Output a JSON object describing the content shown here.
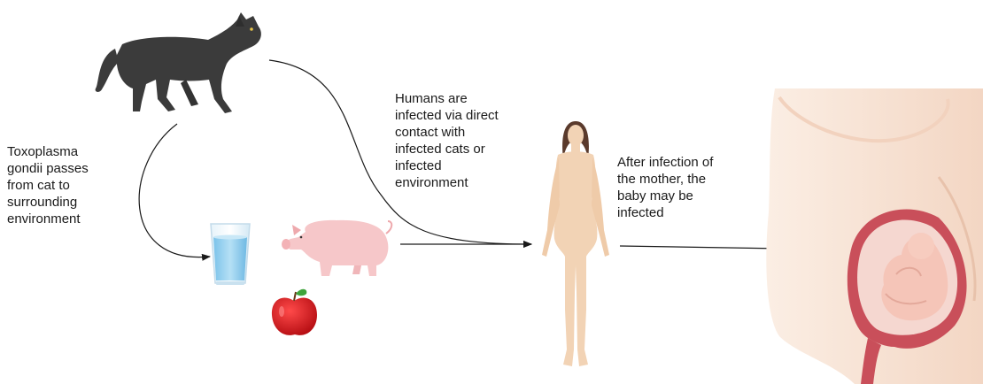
{
  "labels": {
    "toxoplasma": "Toxoplasma\ngondii passes\nfrom cat to\nsurrounding\nenvironment",
    "humans": "Humans are\ninfected via direct\ncontact with\ninfected cats or\ninfected\nenvironment",
    "after_infection": "After infection of\nthe mother, the\nbaby may be\ninfected"
  },
  "icons": {
    "cat": "black-cat-icon",
    "water": "glass-of-water-icon",
    "pig": "pig-icon",
    "apple": "red-apple-icon",
    "woman": "woman-figure-icon",
    "pregnancy": "pregnant-womb-fetus-icon"
  },
  "colors": {
    "text": "#1a1a1a",
    "arrow": "#1a1a1a",
    "cat": "#3b3b3b",
    "skin": "#f2d3b5",
    "pig": "#f6c7c9",
    "apple": "#d8151d",
    "water": "#9fd3ef",
    "womb": "#c94f5a",
    "fetus": "#f5c5b8"
  }
}
